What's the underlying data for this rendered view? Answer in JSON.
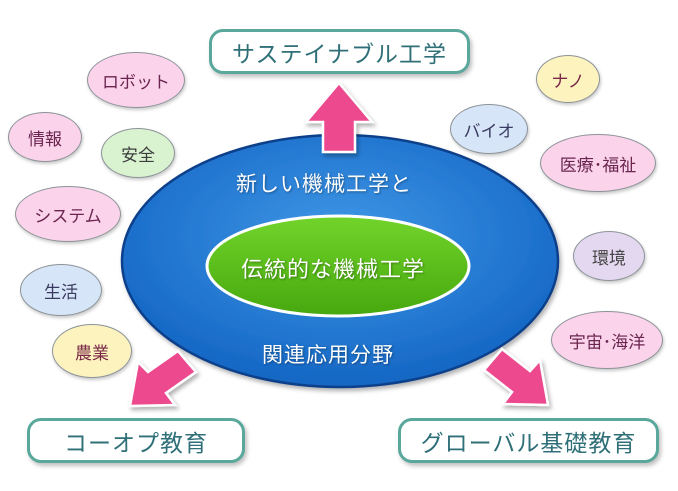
{
  "top_box": "サステイナブル工学",
  "bottom_left_box": "コーオプ教育",
  "bottom_right_box": "グローバル基礎教育",
  "ellipse": {
    "top_text": "新しい機械工学と",
    "bottom_text": "関連応用分野",
    "inner_text": "伝統的な機械工学"
  },
  "clouds": {
    "robot": "ロボット",
    "info": "情報",
    "safety": "安全",
    "system": "システム",
    "life": "生活",
    "agri": "農業",
    "nano": "ナノ",
    "bio": "バイオ",
    "medical": "医療･福祉",
    "env": "環境",
    "space": "宇宙･海洋"
  },
  "colors": {
    "ellipse_blue": "#1f7fd6",
    "inner_green": "#5cc21a",
    "arrow_pink": "#ec4a8f",
    "box_border": "#5aa89c"
  }
}
